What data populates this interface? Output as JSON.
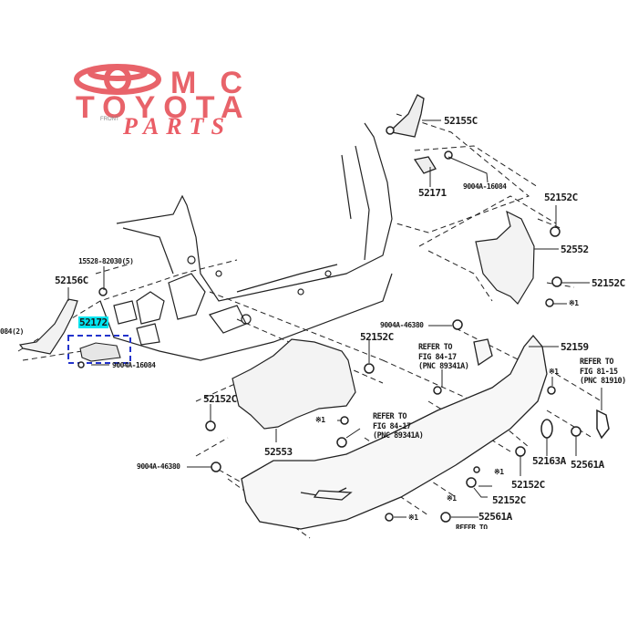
{
  "logo": {
    "brand_line1": "MC",
    "brand_line2": "TOYOTA",
    "brand_line3": "PARTS",
    "color": "#e8636a"
  },
  "diagram": {
    "front_indicator": "FRONT",
    "highlight_color": "#00e5f0",
    "selection_box_color": "#2233cc",
    "labels": {
      "p52155C": "52155C",
      "p52171": "52171",
      "p9004A_16084_top": "9004A-16084",
      "p52152C_a": "52152C",
      "p52552": "52552",
      "p52152C_b": "52152C",
      "note_mark_1": "※1",
      "p15528": "15528-82030(5)",
      "p52156C": "52156C",
      "p084_2": "084(2)",
      "p52172": "52172",
      "p9004A_16084_left": "9004A-16084",
      "p9004A_46380_top": "9004A-46380",
      "p52152C_c": "52152C",
      "refer_84_17_a": "REFER TO\nFIG 84-17\n(PNC 89341A)",
      "p52159": "52159",
      "refer_81_15": "REFER TO\nFIG 81-15\n(PNC 81910)",
      "note_mark_2": "※1",
      "p52152C_d": "52152C",
      "note_mark_3": "※1",
      "refer_84_17_b": "REFER TO\nFIG 84-17\n(PNC 89341A)",
      "p52553": "52553",
      "p52163A": "52163A",
      "p52561A_right": "52561A",
      "p9004A_46380_left": "9004A-46380",
      "note_mark_4": "※1",
      "p52152C_e": "52152C",
      "note_mark_5": "※1",
      "p52152C_f": "52152C",
      "note_mark_6": "※1",
      "p52561A_bottom": "52561A",
      "refer_cut": "REFER TO"
    }
  }
}
